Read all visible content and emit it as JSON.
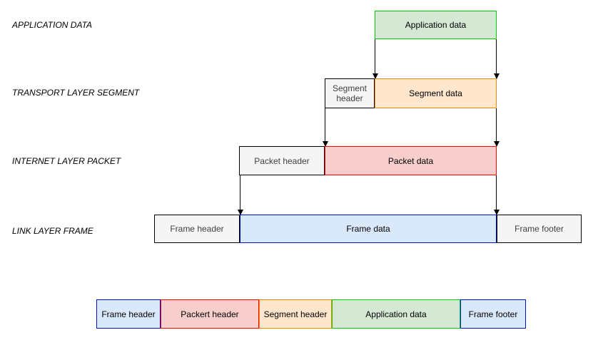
{
  "layers": {
    "application": {
      "label": "APPLICATION DATA",
      "boxes": {
        "data": "Application data"
      }
    },
    "transport": {
      "label": "TRANSPORT LAYER SEGMENT",
      "boxes": {
        "header": "Segment header",
        "data": "Segment data"
      }
    },
    "internet": {
      "label": "INTERNET LAYER PACKET",
      "boxes": {
        "header": "Packet header",
        "data": "Packet data"
      }
    },
    "link": {
      "label": "LINK LAYER FRAME",
      "boxes": {
        "header": "Frame header",
        "data": "Frame data",
        "footer": "Frame footer"
      }
    }
  },
  "frame_composition": {
    "boxes": {
      "frame_header": "Frame header",
      "packet_header": "Packert header",
      "segment_header": "Segment header",
      "application_data": "Application data",
      "frame_footer": "Frame footer"
    }
  },
  "colors": {
    "green_fill": "#d5e8d4",
    "green_stroke": "#00cc00",
    "orange_fill": "#ffe6cc",
    "orange_stroke": "#ea8c00",
    "red_fill": "#f8cecc",
    "red_stroke": "#ff0000",
    "blue_fill": "#dae8fc",
    "blue_stroke": "#0013cc",
    "gray_fill": "#f5f5f5",
    "gray_stroke": "#000000",
    "arrow": "#000000"
  }
}
